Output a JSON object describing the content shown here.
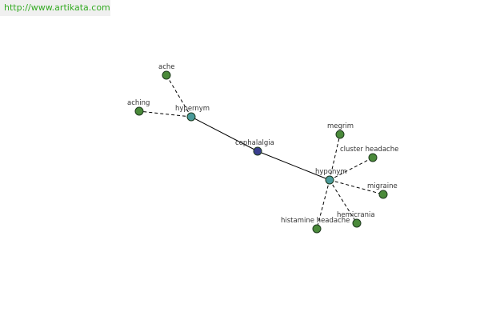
{
  "header": {
    "url": "http://www.artikata.com"
  },
  "graph": {
    "colors": {
      "center": "#3a3f8f",
      "relation": "#4a9a9a",
      "leaf": "#4a8a3a",
      "url_bar_bg": "#f0f0f0",
      "url_text": "#33aa22"
    },
    "nodes": [
      {
        "id": "cephalalgia",
        "label": "cephalalgia",
        "kind": "center"
      },
      {
        "id": "hypernym",
        "label": "hypernym",
        "kind": "relation"
      },
      {
        "id": "hyponym",
        "label": "hyponym",
        "kind": "relation"
      },
      {
        "id": "ache",
        "label": "ache",
        "kind": "leaf"
      },
      {
        "id": "aching",
        "label": "aching",
        "kind": "leaf"
      },
      {
        "id": "megrim",
        "label": "megrim",
        "kind": "leaf"
      },
      {
        "id": "cluster-headache",
        "label": "cluster headache",
        "kind": "leaf"
      },
      {
        "id": "migraine",
        "label": "migraine",
        "kind": "leaf"
      },
      {
        "id": "hemicrania",
        "label": "hemicrania",
        "kind": "leaf"
      },
      {
        "id": "histamine-headache",
        "label": "histamine headache",
        "kind": "leaf"
      }
    ],
    "edges": [
      {
        "from": "cephalalgia",
        "to": "hypernym",
        "style": "solid"
      },
      {
        "from": "cephalalgia",
        "to": "hyponym",
        "style": "solid"
      },
      {
        "from": "hypernym",
        "to": "ache",
        "style": "dashed"
      },
      {
        "from": "hypernym",
        "to": "aching",
        "style": "dashed"
      },
      {
        "from": "hyponym",
        "to": "megrim",
        "style": "dashed"
      },
      {
        "from": "hyponym",
        "to": "cluster-headache",
        "style": "dashed"
      },
      {
        "from": "hyponym",
        "to": "migraine",
        "style": "dashed"
      },
      {
        "from": "hyponym",
        "to": "hemicrania",
        "style": "dashed"
      },
      {
        "from": "hyponym",
        "to": "histamine-headache",
        "style": "dashed"
      }
    ]
  }
}
